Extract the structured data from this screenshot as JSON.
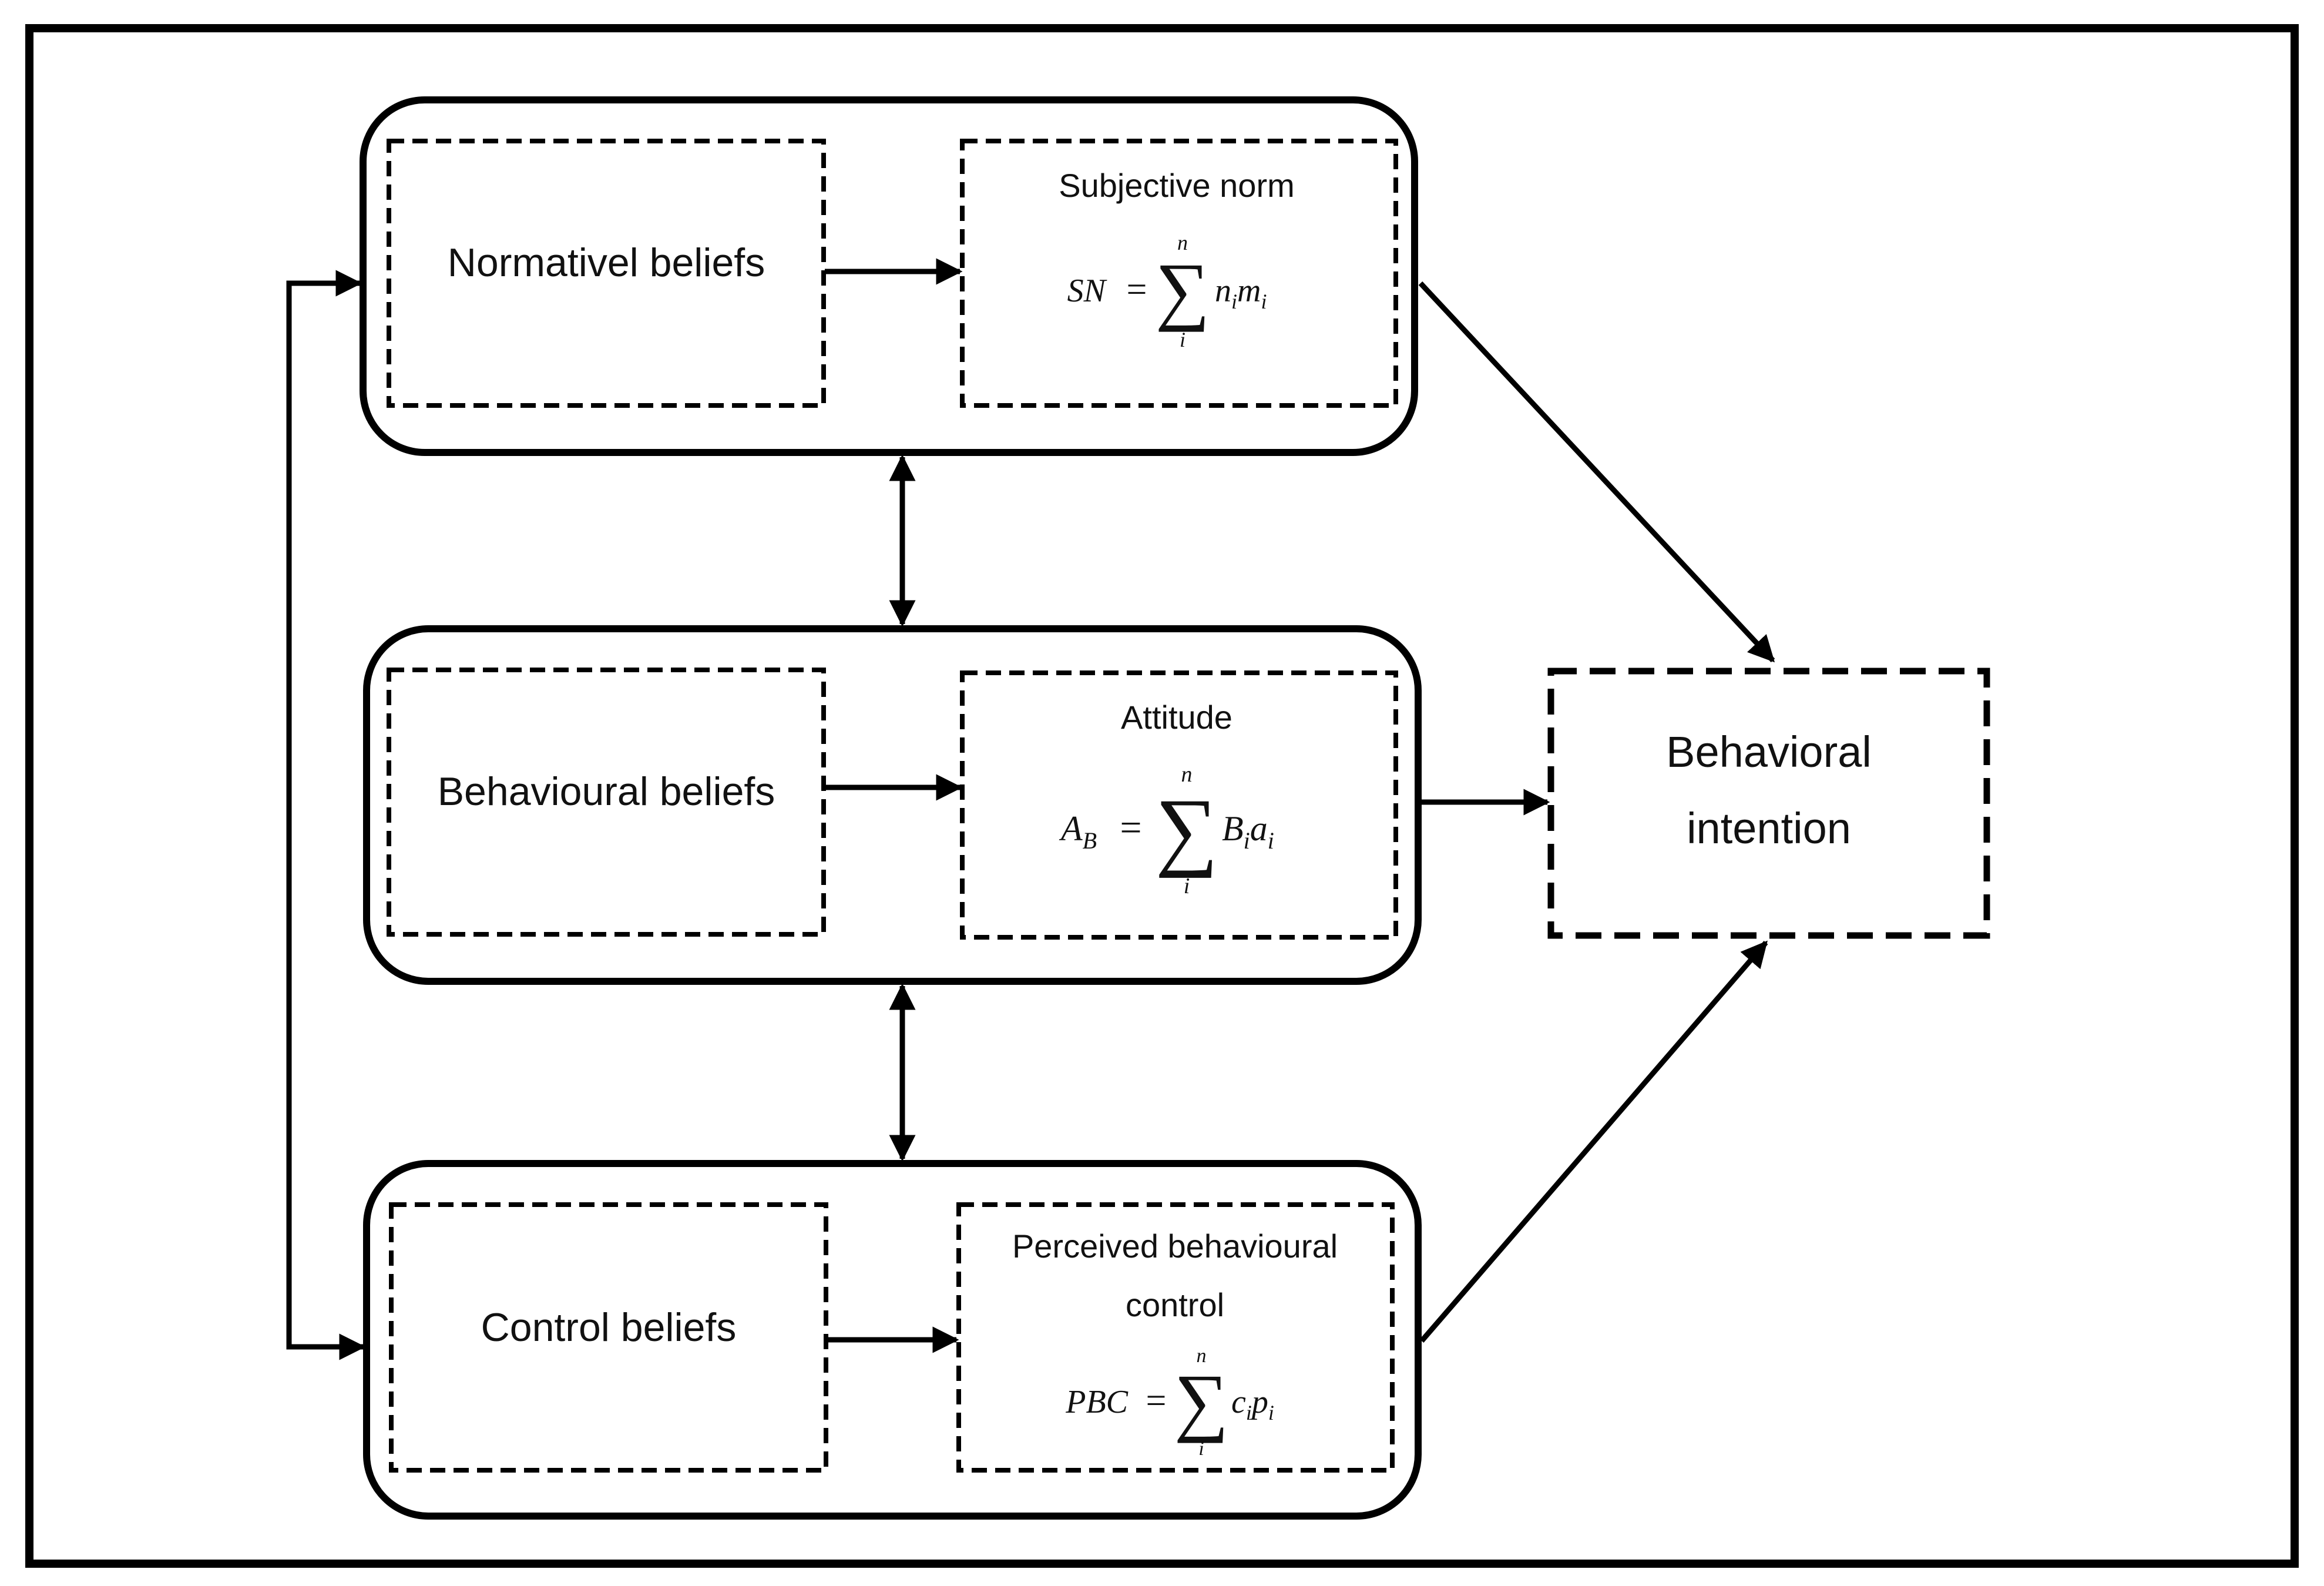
{
  "groups": {
    "normative": {
      "beliefs_label": "Normativel beliefs",
      "construct_title": "Subjective norm",
      "formula": {
        "lhs": "SN",
        "upper": "n",
        "lower": "i",
        "terms": [
          [
            "n",
            "i"
          ],
          [
            "m",
            "i"
          ]
        ]
      }
    },
    "behavioural": {
      "beliefs_label": "Behavioural beliefs",
      "construct_title": "Attitude",
      "formula": {
        "lhs": "A",
        "lhs_sub": "B",
        "upper": "n",
        "lower": "i",
        "terms": [
          [
            "B",
            "i"
          ],
          [
            "a",
            "i"
          ]
        ]
      }
    },
    "control": {
      "beliefs_label": "Control beliefs",
      "construct_title_line1": "Perceived behavioural",
      "construct_title_line2": "control",
      "formula": {
        "lhs": "PBC",
        "upper": "n",
        "lower": "i",
        "terms": [
          [
            "c",
            "i"
          ],
          [
            "p",
            "i"
          ]
        ]
      }
    }
  },
  "outcome": {
    "line1": "Behavioral",
    "line2": "intention"
  },
  "symbols": {
    "equals": "=",
    "sum": "∑"
  }
}
